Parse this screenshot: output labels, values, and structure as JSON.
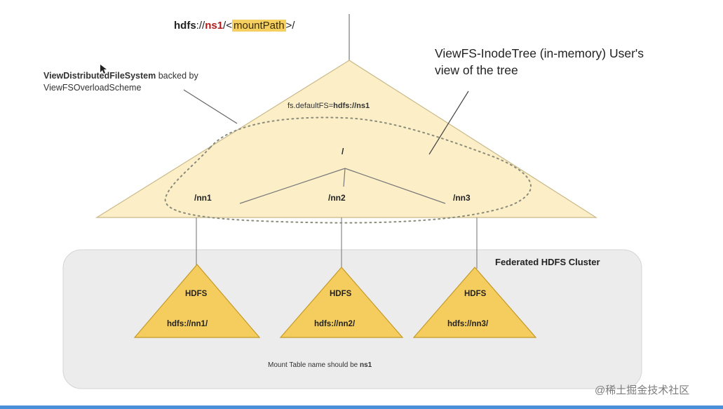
{
  "url_line": {
    "scheme": "hdfs",
    "sep": "://",
    "ns": "ns1",
    "slash_lt": "/<",
    "mount": "mountPath",
    "gt_slash": ">/"
  },
  "left_note": {
    "bold": "ViewDistributedFileSystem",
    "rest": " backed by",
    "line2": "ViewFSOverloadScheme"
  },
  "right_note": {
    "line1": "ViewFS-InodeTree (in-memory) User's",
    "line2": "view of the tree"
  },
  "tree": {
    "default_fs_prefix": "fs.defaultFS=",
    "default_fs_value": "hdfs://ns1",
    "root": "/",
    "children": [
      "/nn1",
      "/nn2",
      "/nn3"
    ]
  },
  "cluster": {
    "title": "Federated HDFS Cluster",
    "nodes": [
      {
        "label": "HDFS",
        "uri": "hdfs://nn1/"
      },
      {
        "label": "HDFS",
        "uri": "hdfs://nn2/"
      },
      {
        "label": "HDFS",
        "uri": "hdfs://nn3/"
      }
    ],
    "mount_note_prefix": "Mount Table name should be ",
    "mount_note_value": "ns1"
  },
  "watermark": "@稀土掘金技术社区",
  "colors": {
    "tree_fill": "#fcefc8",
    "tree_stroke": "#c9b98a",
    "node_fill": "#f5cd5f",
    "node_stroke": "#c49a26",
    "cluster_fill": "#ececec",
    "highlight": "#f6cf61",
    "ns_red": "#b31b1b"
  }
}
